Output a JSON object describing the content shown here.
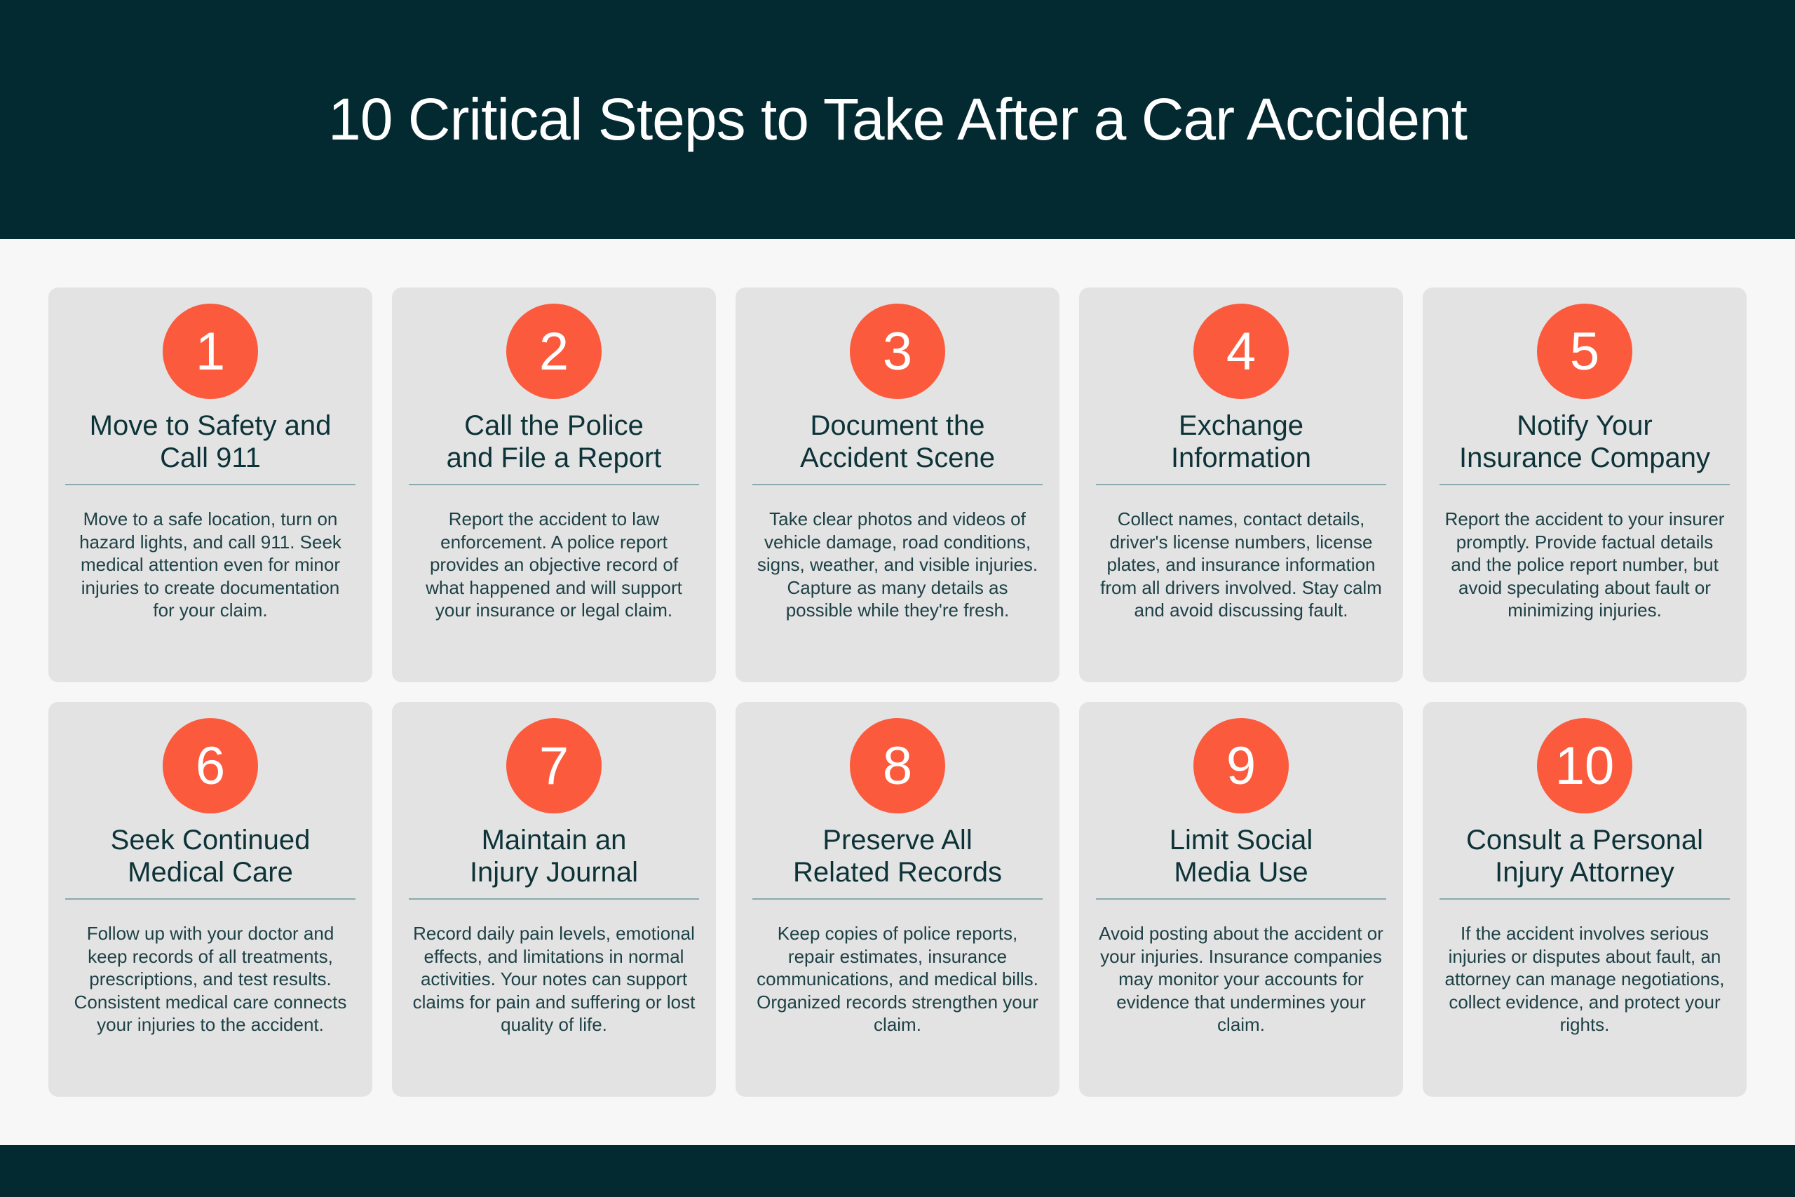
{
  "title": "10 Critical Steps to Take After a Car Accident",
  "colors": {
    "header": "#022a30",
    "accent": "#fb5a3c",
    "card": "#e3e3e3",
    "text": "#0d3338"
  },
  "steps": [
    {
      "number": "1",
      "title": "Move to Safety and Call 911",
      "body": "Move to a safe location, turn on hazard lights, and call 911. Seek medical attention even for minor injuries to create documentation for your claim."
    },
    {
      "number": "2",
      "title": "Call the Police and File a Report",
      "body": "Report the accident to law enforcement. A police report provides an objective record of what happened and will support your insurance or legal claim."
    },
    {
      "number": "3",
      "title": "Document the Accident Scene",
      "body": "Take clear photos and videos of vehicle damage, road conditions, signs, weather, and visible injuries. Capture as many details as possible while they're fresh."
    },
    {
      "number": "4",
      "title": "Exchange Information",
      "body": "Collect names, contact details, driver's license numbers, license plates, and insurance information from all drivers involved. Stay calm and avoid discussing fault."
    },
    {
      "number": "5",
      "title": "Notify Your Insurance Company",
      "body": "Report the accident to your insurer promptly. Provide factual details and the police report number, but avoid speculating about fault or minimizing injuries."
    },
    {
      "number": "6",
      "title": "Seek Continued Medical Care",
      "body": "Follow up with your doctor and keep records of all treatments, prescriptions, and test results. Consistent medical care connects your injuries to the accident."
    },
    {
      "number": "7",
      "title": "Maintain an Injury Journal",
      "body": "Record daily pain levels, emotional effects, and limitations in normal activities. Your notes can support claims for pain and suffering or lost quality of life."
    },
    {
      "number": "8",
      "title": "Preserve All Related Records",
      "body": "Keep copies of police reports, repair estimates, insurance communications, and medical bills. Organized records strengthen your claim."
    },
    {
      "number": "9",
      "title": "Limit Social Media Use",
      "body": "Avoid posting about the accident or your injuries. Insurance companies may monitor your accounts for evidence that undermines your claim."
    },
    {
      "number": "10",
      "title": "Consult a Personal Injury Attorney",
      "body": "If the accident involves serious injuries or disputes about fault, an attorney can manage negotiations, collect evidence, and protect your rights."
    }
  ]
}
